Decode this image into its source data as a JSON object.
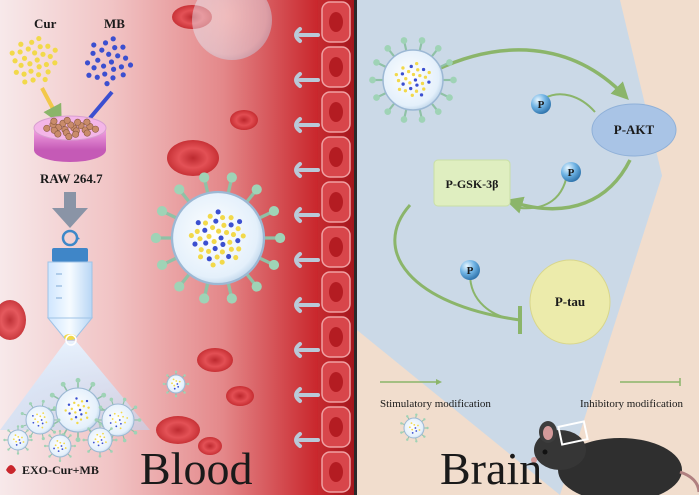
{
  "left_panel": {
    "cur_label": "Cur",
    "mb_label": "MB",
    "cell_label": "RAW 264.7",
    "legend_label": "EXO-Cur+MB",
    "region_label": "Blood"
  },
  "right_panel": {
    "region_label": "Brain",
    "nodes": {
      "akt": "P-AKT",
      "gsk": "P-GSK-3β",
      "tau": "P-tau"
    },
    "phospho_label": "P",
    "legend_stim": "Stimulatory modification",
    "legend_inhib": "Inhibitory modification"
  },
  "colors": {
    "blood_red": "#c9262c",
    "cur_yellow": "#f2d94a",
    "mb_blue": "#3b4fd0",
    "akt_fill": "#a9c4e6",
    "gsk_fill": "#dfeec0",
    "tau_fill": "#ecebab",
    "arrow_green": "#8bb56a"
  }
}
